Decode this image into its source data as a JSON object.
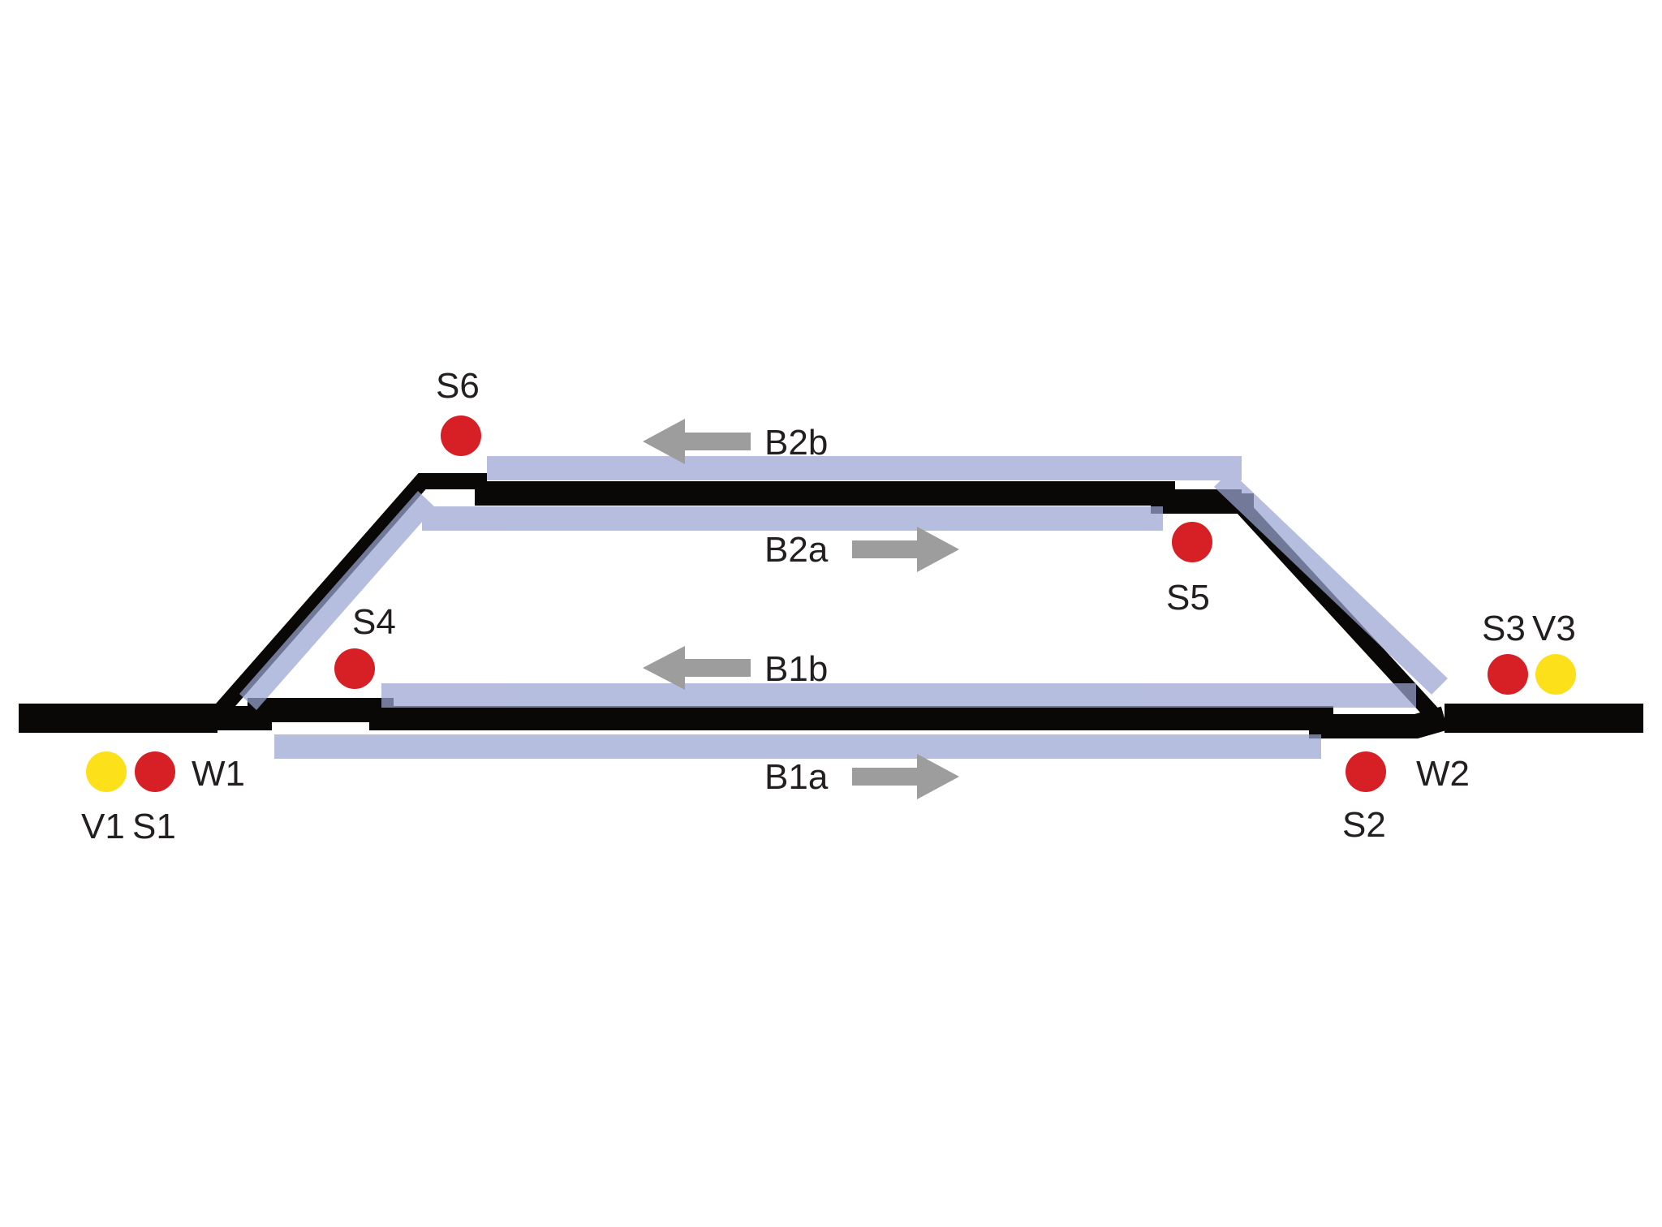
{
  "diagram": {
    "colors": {
      "track": "#0a0806",
      "block_overlay": "#9aa5d2",
      "signal_stop": "#d71f26",
      "signal_distant": "#fbe01a",
      "arrow": "#9d9d9d",
      "label": "#231f20"
    },
    "switches": [
      {
        "id": "W1",
        "label": "W1"
      },
      {
        "id": "W2",
        "label": "W2"
      }
    ],
    "signals": [
      {
        "id": "V1",
        "label": "V1",
        "kind": "distant"
      },
      {
        "id": "S1",
        "label": "S1",
        "kind": "stop"
      },
      {
        "id": "S2",
        "label": "S2",
        "kind": "stop"
      },
      {
        "id": "S3",
        "label": "S3",
        "kind": "stop"
      },
      {
        "id": "V3",
        "label": "V3",
        "kind": "distant"
      },
      {
        "id": "S4",
        "label": "S4",
        "kind": "stop"
      },
      {
        "id": "S5",
        "label": "S5",
        "kind": "stop"
      },
      {
        "id": "S6",
        "label": "S6",
        "kind": "stop"
      }
    ],
    "blocks": [
      {
        "id": "B1a",
        "label": "B1a",
        "direction": "right"
      },
      {
        "id": "B1b",
        "label": "B1b",
        "direction": "left"
      },
      {
        "id": "B2a",
        "label": "B2a",
        "direction": "right"
      },
      {
        "id": "B2b",
        "label": "B2b",
        "direction": "left"
      }
    ]
  }
}
